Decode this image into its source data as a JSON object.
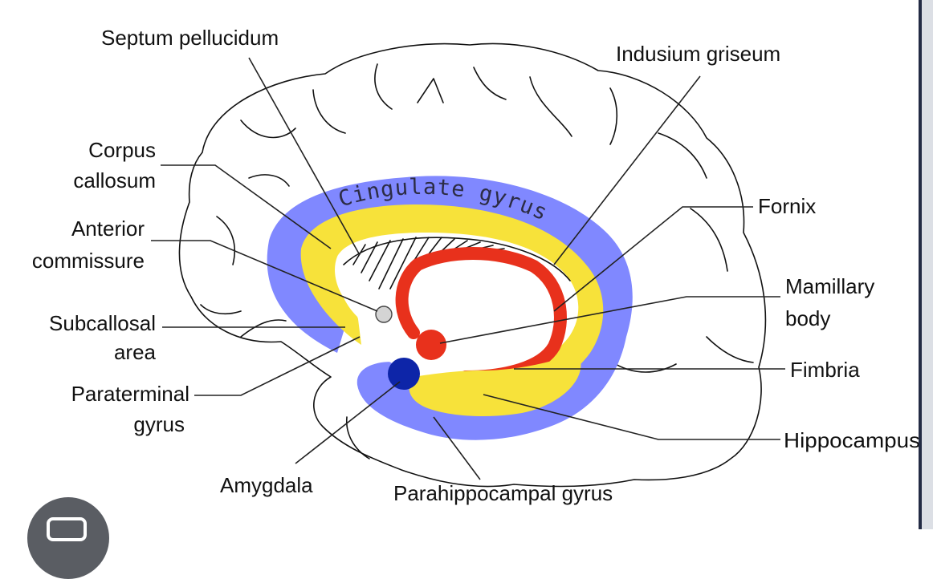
{
  "diagram": {
    "structure_label": "Cingulate gyrus",
    "labels": {
      "septum_pellucidum": "Septum pellucidum",
      "indusium_griseum": "Indusium griseum",
      "corpus_callosum_1": "Corpus",
      "corpus_callosum_2": "callosum",
      "fornix": "Fornix",
      "anterior_commissure_1": "Anterior",
      "anterior_commissure_2": "commissure",
      "mamillary_body_1": "Mamillary",
      "mamillary_body_2": "body",
      "subcallosal_area_1": "Subcallosal",
      "subcallosal_area_2": "area",
      "fimbria": "Fimbria",
      "paraterminal_gyrus_1": "Paraterminal",
      "paraterminal_gyrus_2": "gyrus",
      "hippocampus": "Hippocampus",
      "amygdala": "Amygdala",
      "parahippocampal_gyrus": "Parahippocampal gyrus"
    },
    "colors": {
      "cingulate_blue": "#8088ff",
      "callosum_yellow": "#f7e23a",
      "fornix_red": "#e8311c",
      "amygdala_navy": "#0d25a8",
      "commissure_gray": "#d4d4d4"
    }
  },
  "overlay": {
    "icon": "camera-icon"
  }
}
